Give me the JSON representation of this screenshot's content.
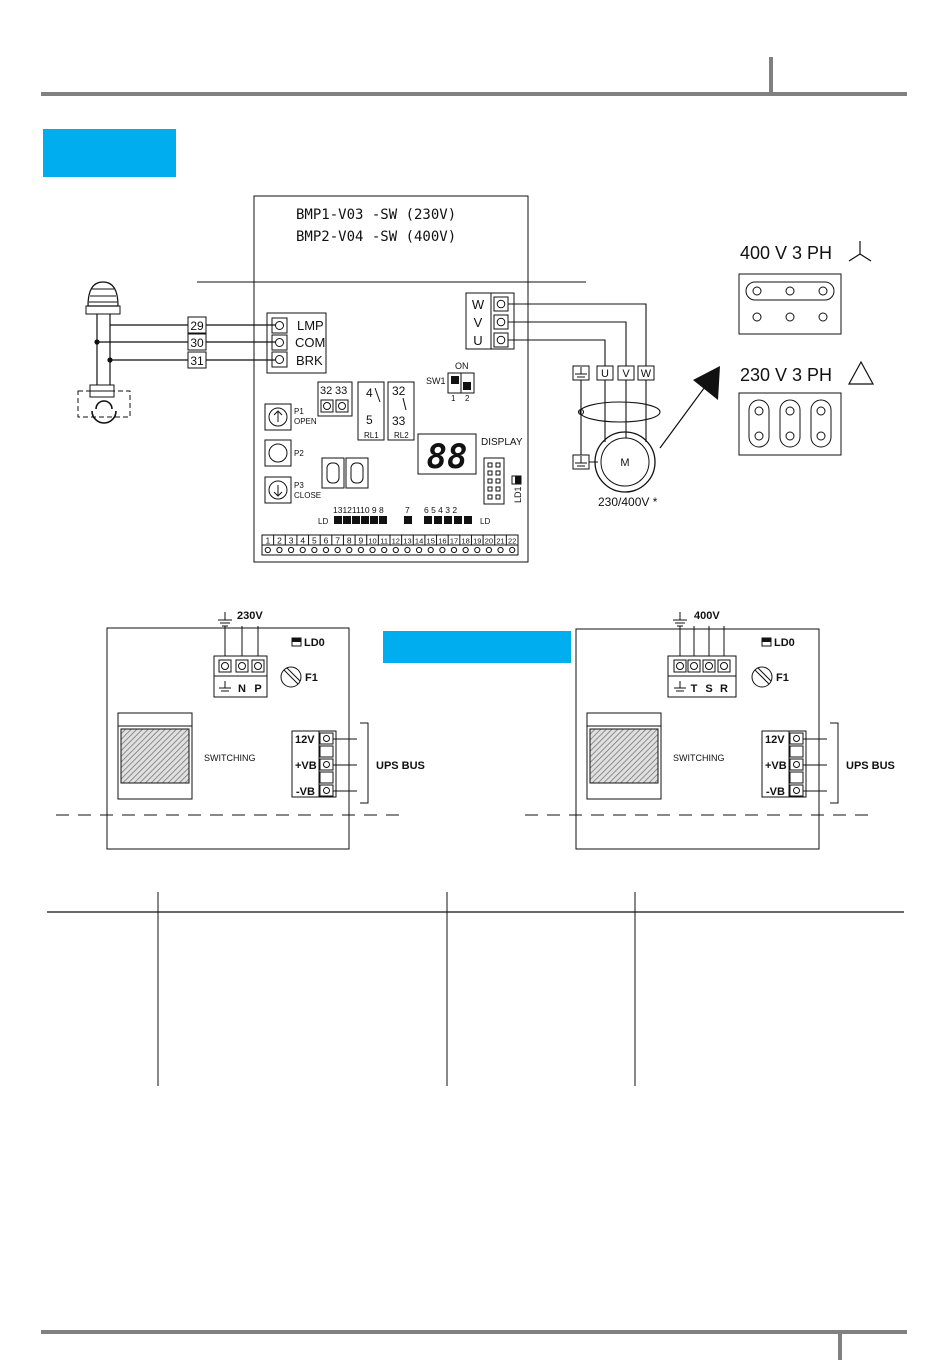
{
  "colors": {
    "accent": "#00aeef",
    "rule": "#808080",
    "line": "#111111",
    "hatch": "#777777"
  },
  "board": {
    "model1": "BMP1-V03  -SW (230V)",
    "model2": "BMP2-V04  -SW (400V)",
    "out_labels": [
      "LMP",
      "COM",
      "BRK"
    ],
    "in_terms": [
      "29",
      "30",
      "31"
    ],
    "motor_out": [
      "W",
      "V",
      "U"
    ],
    "relay_blocks": {
      "a": "32",
      "b": "33",
      "rl1_top": "4",
      "rl1_bottom": "5",
      "rl1": "RL1",
      "rl2_top": "32",
      "rl2_bottom": "33",
      "rl2": "RL2"
    },
    "sw1": "SW1",
    "sw_on": "ON",
    "sw_1": "1",
    "sw_2": "2",
    "p1": "P1",
    "p1_sub": "OPEN",
    "p2": "P2",
    "p3": "P3",
    "p3_sub": "CLOSE",
    "display": "DISPLAY",
    "display_digits": "88",
    "ld1": "LD1",
    "led_left": "13121110 9  8",
    "led_7": "7",
    "led_right": "6  5  4  3  2",
    "ld": "LD",
    "terminals": [
      "1",
      "2",
      "3",
      "4",
      "5",
      "6",
      "7",
      "8",
      "9",
      "10",
      "11",
      "12",
      "13",
      "14",
      "15",
      "16",
      "17",
      "18",
      "19",
      "20",
      "21",
      "22"
    ]
  },
  "motor": {
    "symbol": "M",
    "voltage": "230/400V *",
    "phases": [
      "U",
      "V",
      "W"
    ]
  },
  "connections": {
    "star_label": "400 V 3 PH",
    "delta_label": "230 V 3 PH"
  },
  "psu_230": {
    "voltage": "230V",
    "terms": [
      "N",
      "P"
    ],
    "ld0": "LD0",
    "f1": "F1",
    "switching": "SWITCHING",
    "bus": [
      "12V",
      "+VB",
      "-VB"
    ],
    "ups_bus": "UPS BUS"
  },
  "psu_400": {
    "voltage": "400V",
    "terms": [
      "T",
      "S",
      "R"
    ],
    "ld0": "LD0",
    "f1": "F1",
    "switching": "SWITCHING",
    "bus": [
      "12V",
      "+VB",
      "-VB"
    ],
    "ups_bus": "UPS BUS"
  }
}
